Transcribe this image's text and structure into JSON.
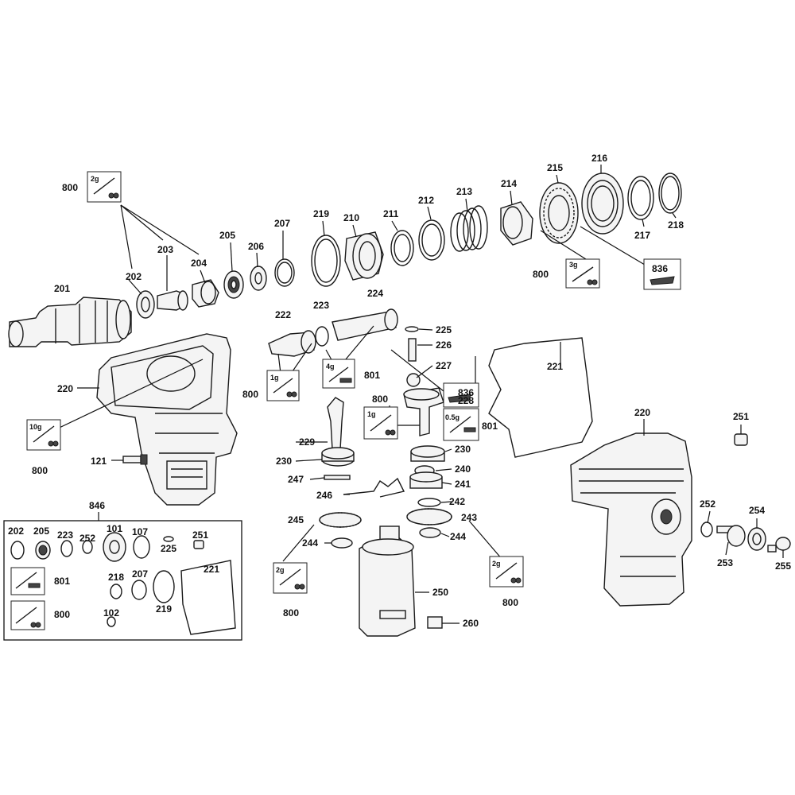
{
  "labels": {
    "p201": "201",
    "p202": "202",
    "p203": "203",
    "p204": "204",
    "p205": "205",
    "p206": "206",
    "p207": "207",
    "p210": "210",
    "p211": "211",
    "p212": "212",
    "p213": "213",
    "p214": "214",
    "p215": "215",
    "p216": "216",
    "p217": "217",
    "p218": "218",
    "p219": "219",
    "p220a": "220",
    "p220b": "220",
    "p221": "221",
    "p222": "222",
    "p223": "223",
    "p224": "224",
    "p225": "225",
    "p226": "226",
    "p227": "227",
    "p228": "228",
    "p229": "229",
    "p230a": "230",
    "p230b": "230",
    "p240": "240",
    "p241": "241",
    "p242": "242",
    "p243": "243",
    "p244a": "244",
    "p244b": "244",
    "p245": "245",
    "p246": "246",
    "p247": "247",
    "p250": "250",
    "p251": "251",
    "p252": "252",
    "p253": "253",
    "p254": "254",
    "p255": "255",
    "p260": "260",
    "p121": "121",
    "g800a": "800",
    "g800b": "800",
    "g800c": "800",
    "g800d": "800",
    "g800e": "800",
    "g800f": "800",
    "g800g": "800",
    "g801a": "801",
    "g801b": "801",
    "g836a": "836",
    "g836b": "836"
  },
  "grease_qty": {
    "q2g_top": "2g",
    "q3g": "3g",
    "q1g_a": "1g",
    "q4g": "4g",
    "q1g_b": "1g",
    "q05g": "0.5g",
    "q10g": "10g",
    "q2g_bot_a": "2g",
    "q2g_bot_b": "2g"
  },
  "kit": {
    "title": "846",
    "items": {
      "k202": "202",
      "k205": "205",
      "k223": "223",
      "k252": "252",
      "k101": "101",
      "k107": "107",
      "k251": "251",
      "k225": "225",
      "k221": "221",
      "k218": "218",
      "k207": "207",
      "k219": "219",
      "k102": "102",
      "k801": "801",
      "k800": "800"
    }
  }
}
